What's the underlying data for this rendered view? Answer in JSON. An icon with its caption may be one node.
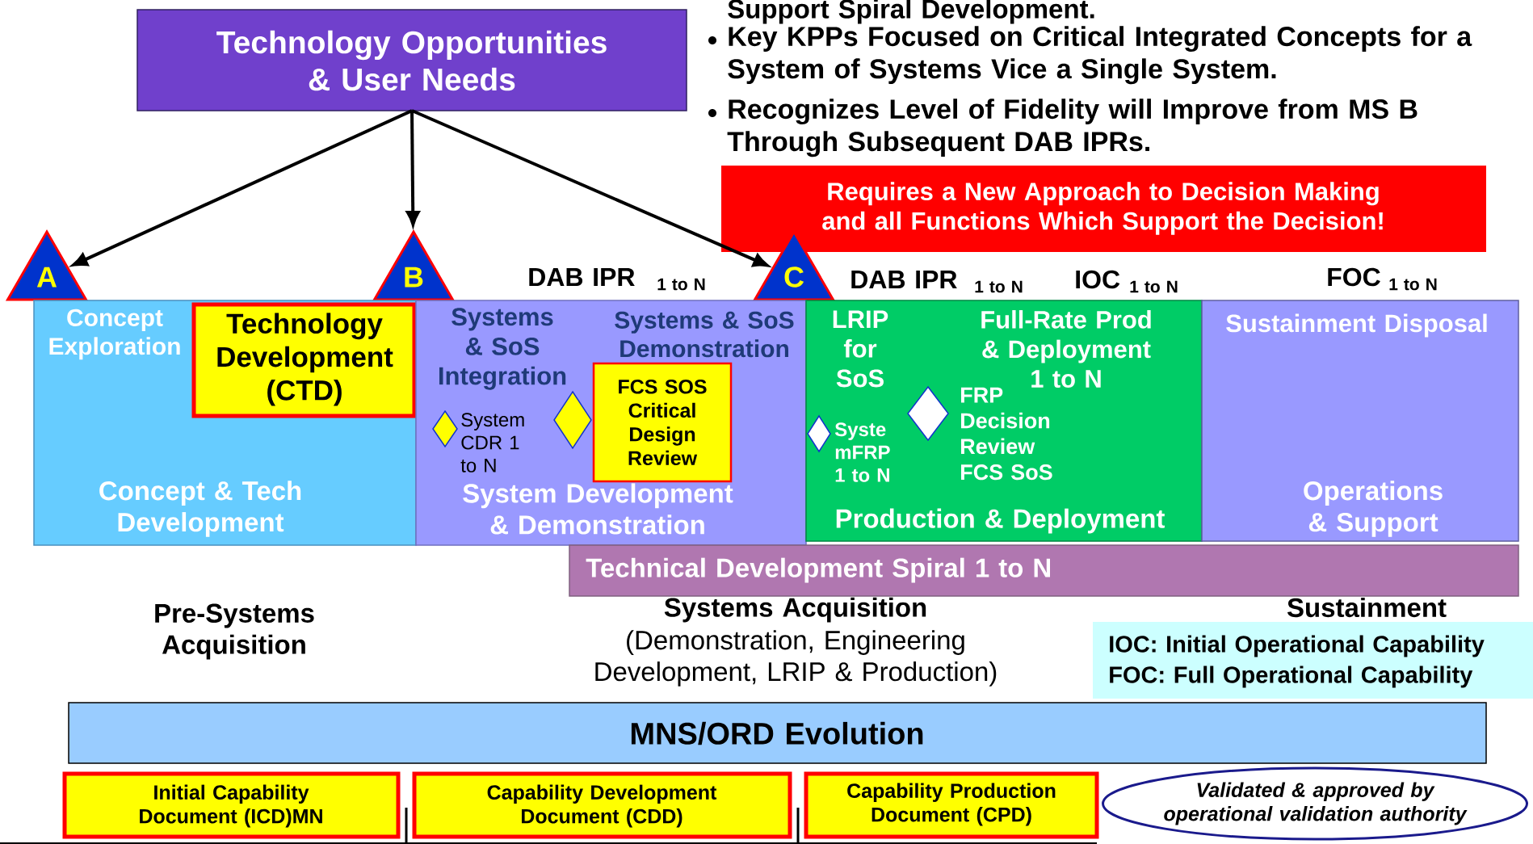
{
  "diagram": {
    "nodes": [
      {
        "text": [
          "Technology Opportunities & User Needs"
        ]
      },
      {
        "text": [
          "Requires a New Approach to Decision Making and all Functions Which Support the Decision!"
        ]
      },
      {
        "text": [
          "A"
        ]
      },
      {
        "text": [
          "B"
        ]
      },
      {
        "text": [
          "C"
        ]
      },
      {
        "text": [
          "Concept Exploration",
          "Concept & Tech Development"
        ]
      },
      {
        "text": [
          "Technology Development (CTD)"
        ],
        "in": 5
      },
      {
        "text": [
          "Systems & SoS Integration",
          "Systems & SoS Demonstration",
          "System CDR 1 to N",
          "System Development & Demonstration"
        ]
      },
      {
        "text": [
          "FCS SOS Critical Design Review"
        ],
        "in": 7
      },
      {
        "text": [
          "LRIP for SoS",
          "Full-Rate Prod & Deployment 1 to N",
          "Syste mFRP 1 to N",
          "FRP Decision Review FCS SoS",
          "Production & Deployment"
        ]
      },
      {
        "text": [
          "Sustainment Disposal",
          "Operations & Support"
        ]
      },
      {
        "text": [
          "Technical Development Spiral 1 to N"
        ]
      },
      {
        "text": [
          "IOC: Initial Operational Capability",
          "FOC: Full Operational Capability"
        ]
      },
      {
        "text": [
          "MNS/ORD Evolution"
        ]
      },
      {
        "text": [
          "Initial Capability Document (ICD)MN"
        ]
      },
      {
        "text": [
          "Capability Development Document (CDD)"
        ]
      },
      {
        "text": [
          "Capability Production Document (CPD)"
        ]
      },
      {
        "text": [
          "Validated & approved by operational validation authority"
        ]
      }
    ],
    "edges": [
      {
        "from": 0,
        "to": 2,
        "arrow": "to"
      },
      {
        "from": 0,
        "to": 3,
        "arrow": "to"
      },
      {
        "from": 0,
        "to": 4,
        "arrow": "to"
      }
    ],
    "labels": [
      "Support Spiral Development.",
      "Key KPPs Focused on Critical Integrated Concepts for a System of Systems Vice a Single System.",
      "Recognizes Level of Fidelity will Improve from MS B Through Subsequent DAB IPRs.",
      "DAB IPR",
      "1 to N",
      "DAB IPR",
      "1 to N",
      "IOC",
      "1 to N",
      "FOC",
      "1 to N",
      "Pre-Systems Acquisition",
      "Systems Acquisition",
      "(Demonstration, Engineering Development, LRIP & Production)",
      "Sustainment"
    ]
  }
}
